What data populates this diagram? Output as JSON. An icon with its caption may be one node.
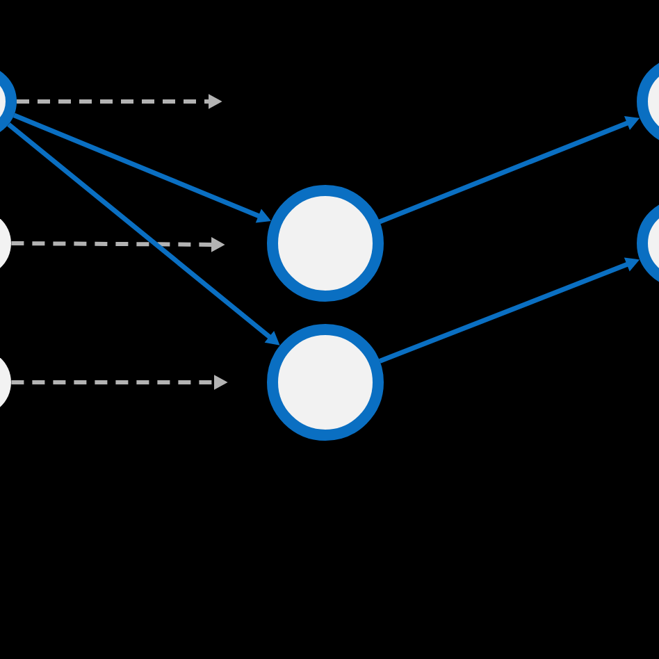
{
  "diagram": {
    "nodes": [
      {
        "text": [],
        "shape": "circle"
      },
      {
        "text": [],
        "shape": "circle"
      },
      {
        "text": [],
        "shape": "circle"
      },
      {
        "text": [],
        "shape": "circle"
      },
      {
        "text": [],
        "shape": "circle"
      },
      {
        "text": [],
        "shape": "circle"
      },
      {
        "text": [],
        "shape": "circle"
      }
    ],
    "edges": [
      {
        "from": 0,
        "to": null,
        "arrow": "to",
        "style": "dashed",
        "color": "#b3b3b3"
      },
      {
        "from": 1,
        "to": null,
        "arrow": "to",
        "style": "dashed",
        "color": "#b3b3b3"
      },
      {
        "from": 2,
        "to": null,
        "arrow": "to",
        "style": "dashed",
        "color": "#b3b3b3"
      },
      {
        "from": 0,
        "to": 3,
        "arrow": "to"
      },
      {
        "from": 0,
        "to": 4,
        "arrow": "to"
      },
      {
        "from": 3,
        "to": 5,
        "arrow": "to"
      },
      {
        "from": 4,
        "to": 6,
        "arrow": "to"
      }
    ]
  }
}
